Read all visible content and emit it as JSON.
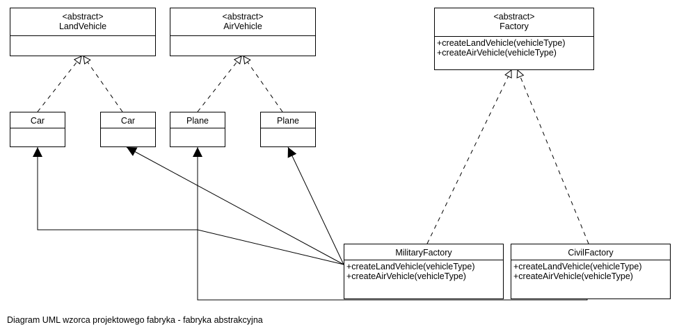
{
  "diagram": {
    "caption": "Diagram UML wzorca projektowego fabryka - fabryka abstrakcyjna",
    "classes": {
      "land_vehicle": {
        "stereotype": "<abstract>",
        "name": "LandVehicle",
        "operations": []
      },
      "air_vehicle": {
        "stereotype": "<abstract>",
        "name": "AirVehicle",
        "operations": []
      },
      "factory": {
        "stereotype": "<abstract>",
        "name": "Factory",
        "operations": [
          "+createLandVehicle(vehicleType)",
          "+createAirVehicle(vehicleType)"
        ]
      },
      "car_1": {
        "name": "Car"
      },
      "car_2": {
        "name": "Car"
      },
      "plane_1": {
        "name": "Plane"
      },
      "plane_2": {
        "name": "Plane"
      },
      "military_factory": {
        "name": "MilitaryFactory",
        "operations": [
          "+createLandVehicle(vehicleType)",
          "+createAirVehicle(vehicleType)"
        ]
      },
      "civil_factory": {
        "name": "CivilFactory",
        "operations": [
          "+createLandVehicle(vehicleType)",
          "+createAirVehicle(vehicleType)"
        ]
      }
    },
    "relations": [
      {
        "type": "realization",
        "from": "car_1",
        "to": "land_vehicle"
      },
      {
        "type": "realization",
        "from": "car_2",
        "to": "land_vehicle"
      },
      {
        "type": "realization",
        "from": "plane_1",
        "to": "air_vehicle"
      },
      {
        "type": "realization",
        "from": "plane_2",
        "to": "air_vehicle"
      },
      {
        "type": "realization",
        "from": "military_factory",
        "to": "factory"
      },
      {
        "type": "realization",
        "from": "civil_factory",
        "to": "factory"
      },
      {
        "type": "association",
        "from": "military_factory",
        "to": "car_1"
      },
      {
        "type": "association",
        "from": "military_factory",
        "to": "car_2"
      },
      {
        "type": "association",
        "from": "military_factory",
        "to": "plane_2"
      },
      {
        "type": "association",
        "from": "civil_factory",
        "to": "plane_1"
      }
    ]
  }
}
